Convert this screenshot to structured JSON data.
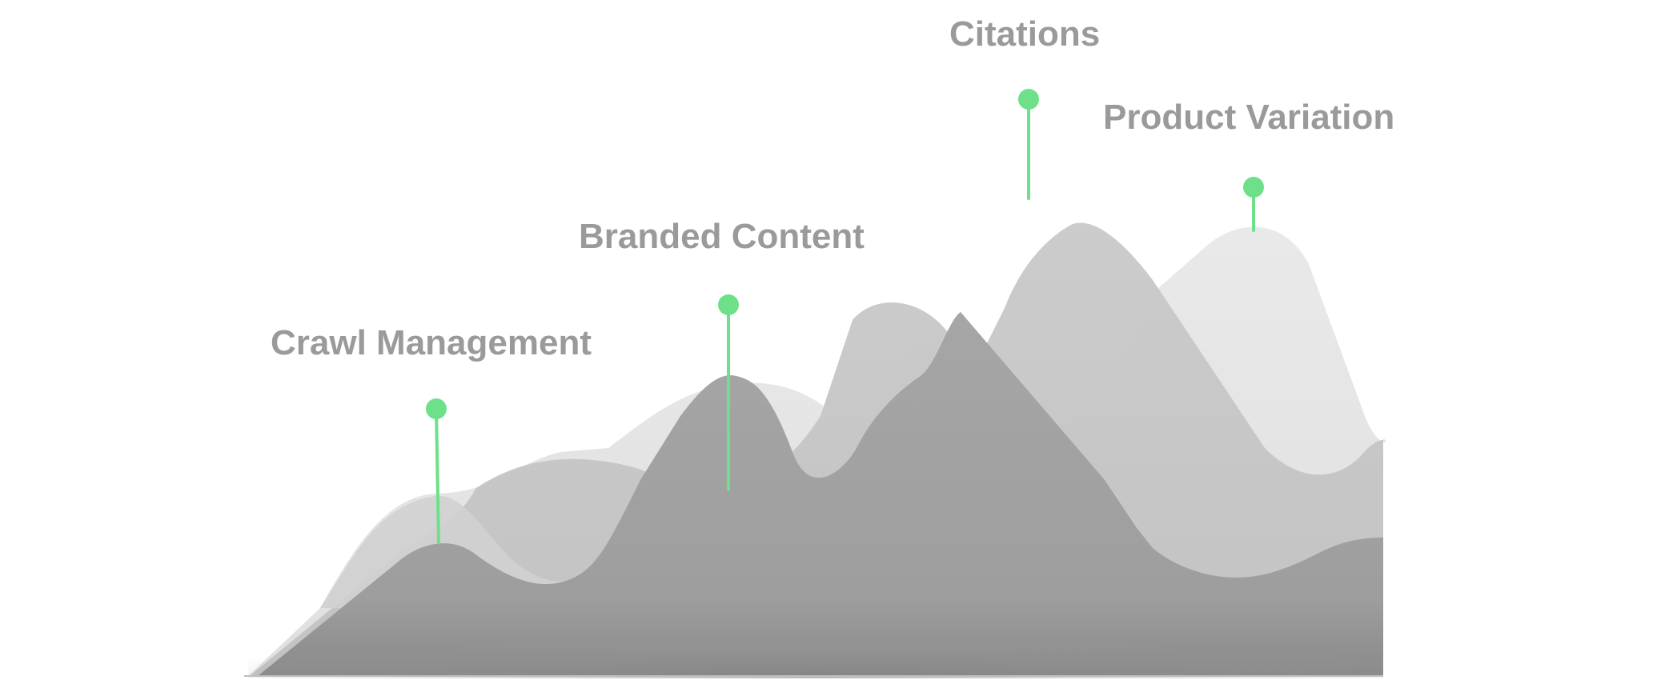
{
  "diagram": {
    "labels": [
      {
        "text": "Crawl Management"
      },
      {
        "text": "Branded Content"
      },
      {
        "text": "Citations"
      },
      {
        "text": "Product Variation"
      }
    ],
    "colors": {
      "marker": "#6ee08a",
      "label": "#9a9a9a",
      "layer_back": "#e6e6e6",
      "layer_middle": "#c9c9c9",
      "layer_front": "#a4a4a4"
    }
  }
}
